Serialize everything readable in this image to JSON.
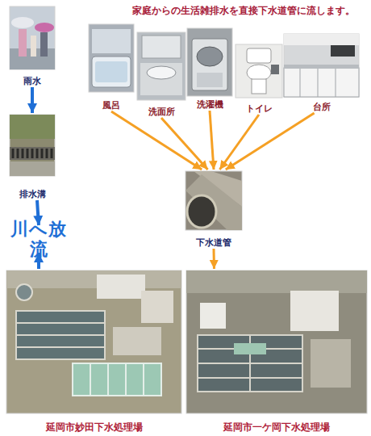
{
  "diagram": {
    "title": "家庭からの生活雑排水を直接下水道管に流します。",
    "nodes": [
      {
        "text": [
          "雨水"
        ]
      },
      {
        "text": [
          "風呂"
        ]
      },
      {
        "text": [
          "洗面所"
        ]
      },
      {
        "text": [
          "洗濯機"
        ]
      },
      {
        "text": [
          "トイレ"
        ]
      },
      {
        "text": [
          "台所"
        ]
      },
      {
        "text": [
          "排水溝"
        ]
      },
      {
        "text": [
          "下水道管"
        ]
      },
      {
        "text": [
          "川へ放流"
        ]
      },
      {
        "text": [
          "延岡市妙田下水処理場"
        ]
      },
      {
        "text": [
          "延岡市一ケ岡下水処理場"
        ]
      }
    ],
    "edges": [
      {
        "from": 0,
        "to": 6,
        "arrow": "to"
      },
      {
        "from": 6,
        "to": 8,
        "arrow": "to"
      },
      {
        "from": 9,
        "to": 8,
        "arrow": "to"
      },
      {
        "from": 1,
        "to": 7,
        "arrow": "to"
      },
      {
        "from": 2,
        "to": 7,
        "arrow": "to"
      },
      {
        "from": 3,
        "to": 7,
        "arrow": "to"
      },
      {
        "from": 4,
        "to": 7,
        "arrow": "to"
      },
      {
        "from": 5,
        "to": 7,
        "arrow": "to"
      },
      {
        "from": 7,
        "to": 10,
        "arrow": "to"
      }
    ]
  }
}
